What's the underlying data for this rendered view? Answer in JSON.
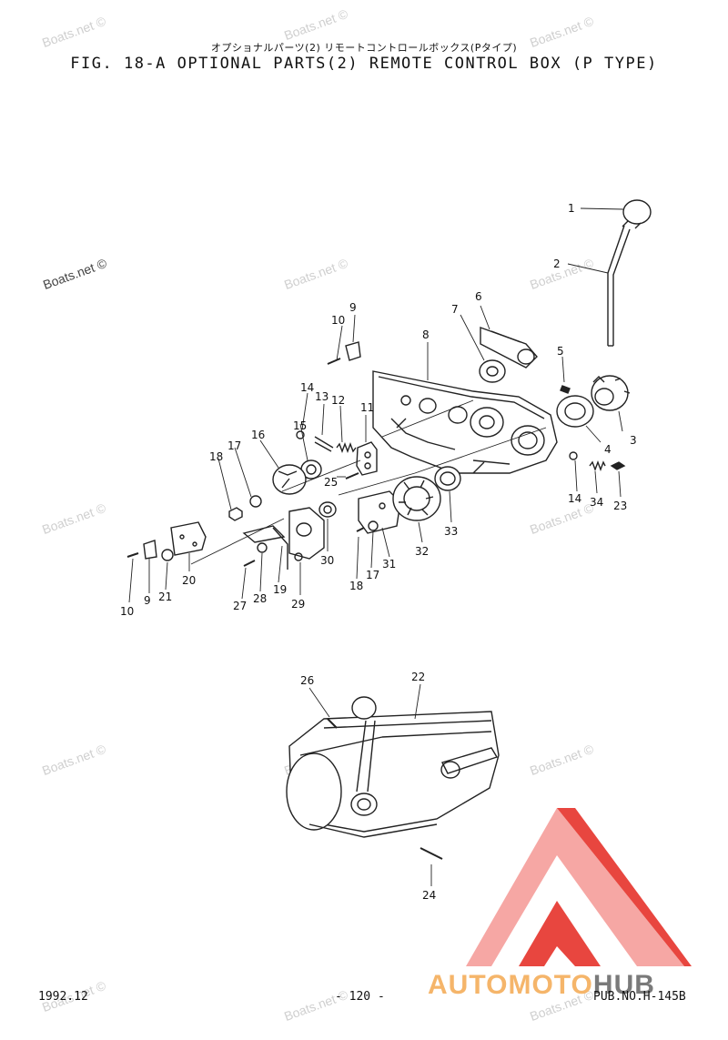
{
  "header": {
    "jp_title": "オプショナルパーツ(2) リモートコントロールボックス(Pタイプ)",
    "title": "FIG. 18-A OPTIONAL PARTS(2) REMOTE CONTROL BOX (P TYPE)"
  },
  "watermark": {
    "text": "Boats.net ©"
  },
  "callouts": {
    "c1": "1",
    "c2": "2",
    "c3": "3",
    "c4": "4",
    "c5": "5",
    "c6": "6",
    "c7": "7",
    "c8": "8",
    "c9a": "9",
    "c9b": "9",
    "c10a": "10",
    "c10b": "10",
    "c11": "11",
    "c12": "12",
    "c13": "13",
    "c14a": "14",
    "c14b": "14",
    "c15": "15",
    "c16": "16",
    "c17a": "17",
    "c17b": "17",
    "c18a": "18",
    "c18b": "18",
    "c19": "19",
    "c20": "20",
    "c21": "21",
    "c22": "22",
    "c23": "23",
    "c24": "24",
    "c25": "25",
    "c26": "26",
    "c27": "27",
    "c28": "28",
    "c29": "29",
    "c30": "30",
    "c31": "31",
    "c32": "32",
    "c33": "33",
    "c34": "34"
  },
  "footer": {
    "date": "1992.12",
    "page": "- 120 -",
    "pub": "PUB.NO.H-145B"
  },
  "brand": {
    "part1": "AUTOMOTO",
    "part2": "HUB"
  },
  "colors": {
    "logo_red": "#e8463f",
    "logo_pink": "#f6a7a4",
    "brand_orange": "#f5b56a",
    "brand_gray": "#7a7a7a"
  }
}
